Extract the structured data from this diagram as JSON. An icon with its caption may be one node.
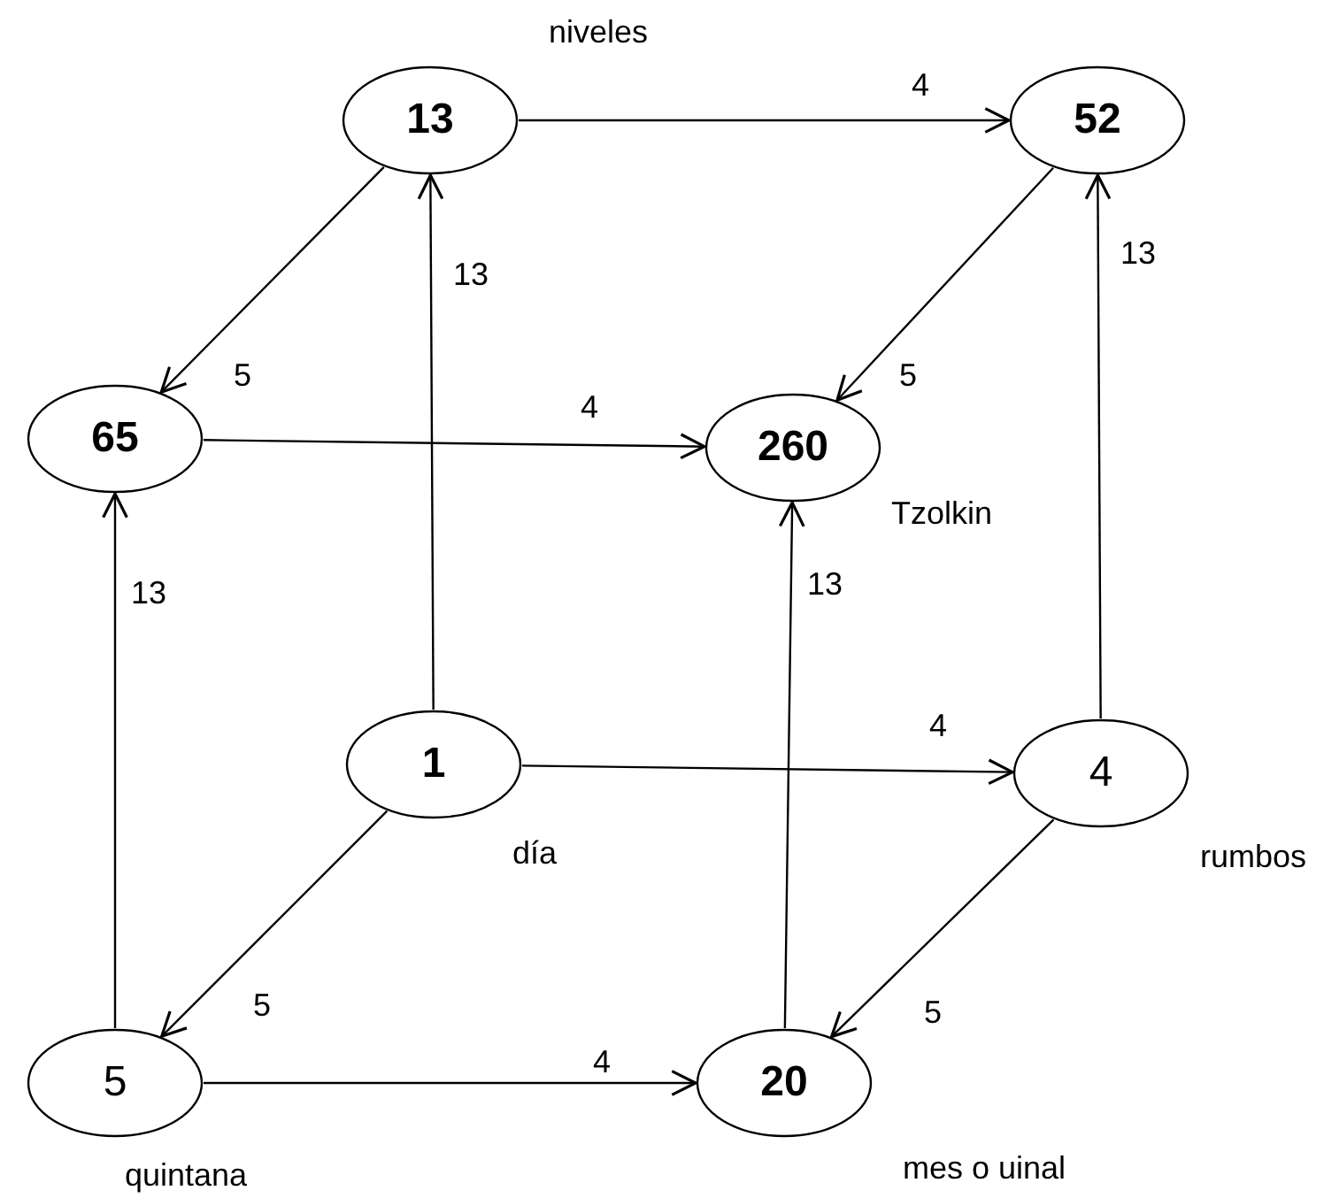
{
  "diagram": {
    "nodes": [
      {
        "text": [
          "13"
        ],
        "beside": [
          "niveles"
        ]
      },
      {
        "text": [
          "52"
        ]
      },
      {
        "text": [
          "65"
        ]
      },
      {
        "text": [
          "260"
        ],
        "beside": [
          "Tzolkin"
        ]
      },
      {
        "text": [
          "1"
        ],
        "beside": [
          "día"
        ]
      },
      {
        "text": [
          "4"
        ],
        "beside": [
          "rumbos"
        ]
      },
      {
        "text": [
          "5"
        ],
        "beside": [
          "quintana"
        ]
      },
      {
        "text": [
          "20"
        ],
        "beside": [
          "mes o uinal"
        ]
      }
    ],
    "edges": [
      {
        "from": 0,
        "to": 1,
        "arrow": "to",
        "label": "4"
      },
      {
        "from": 0,
        "to": 2,
        "arrow": "to",
        "label": "5"
      },
      {
        "from": 1,
        "to": 3,
        "arrow": "to",
        "label": "5"
      },
      {
        "from": 2,
        "to": 3,
        "arrow": "to",
        "label": "4"
      },
      {
        "from": 4,
        "to": 0,
        "arrow": "to",
        "label": "13"
      },
      {
        "from": 4,
        "to": 5,
        "arrow": "to",
        "label": "4"
      },
      {
        "from": 4,
        "to": 6,
        "arrow": "to",
        "label": "5"
      },
      {
        "from": 5,
        "to": 1,
        "arrow": "to",
        "label": "13"
      },
      {
        "from": 6,
        "to": 2,
        "arrow": "to",
        "label": "13"
      },
      {
        "from": 6,
        "to": 7,
        "arrow": "to",
        "label": "4"
      },
      {
        "from": 5,
        "to": 7,
        "arrow": "to",
        "label": "5"
      },
      {
        "from": 7,
        "to": 3,
        "arrow": "to",
        "label": "13"
      }
    ]
  }
}
